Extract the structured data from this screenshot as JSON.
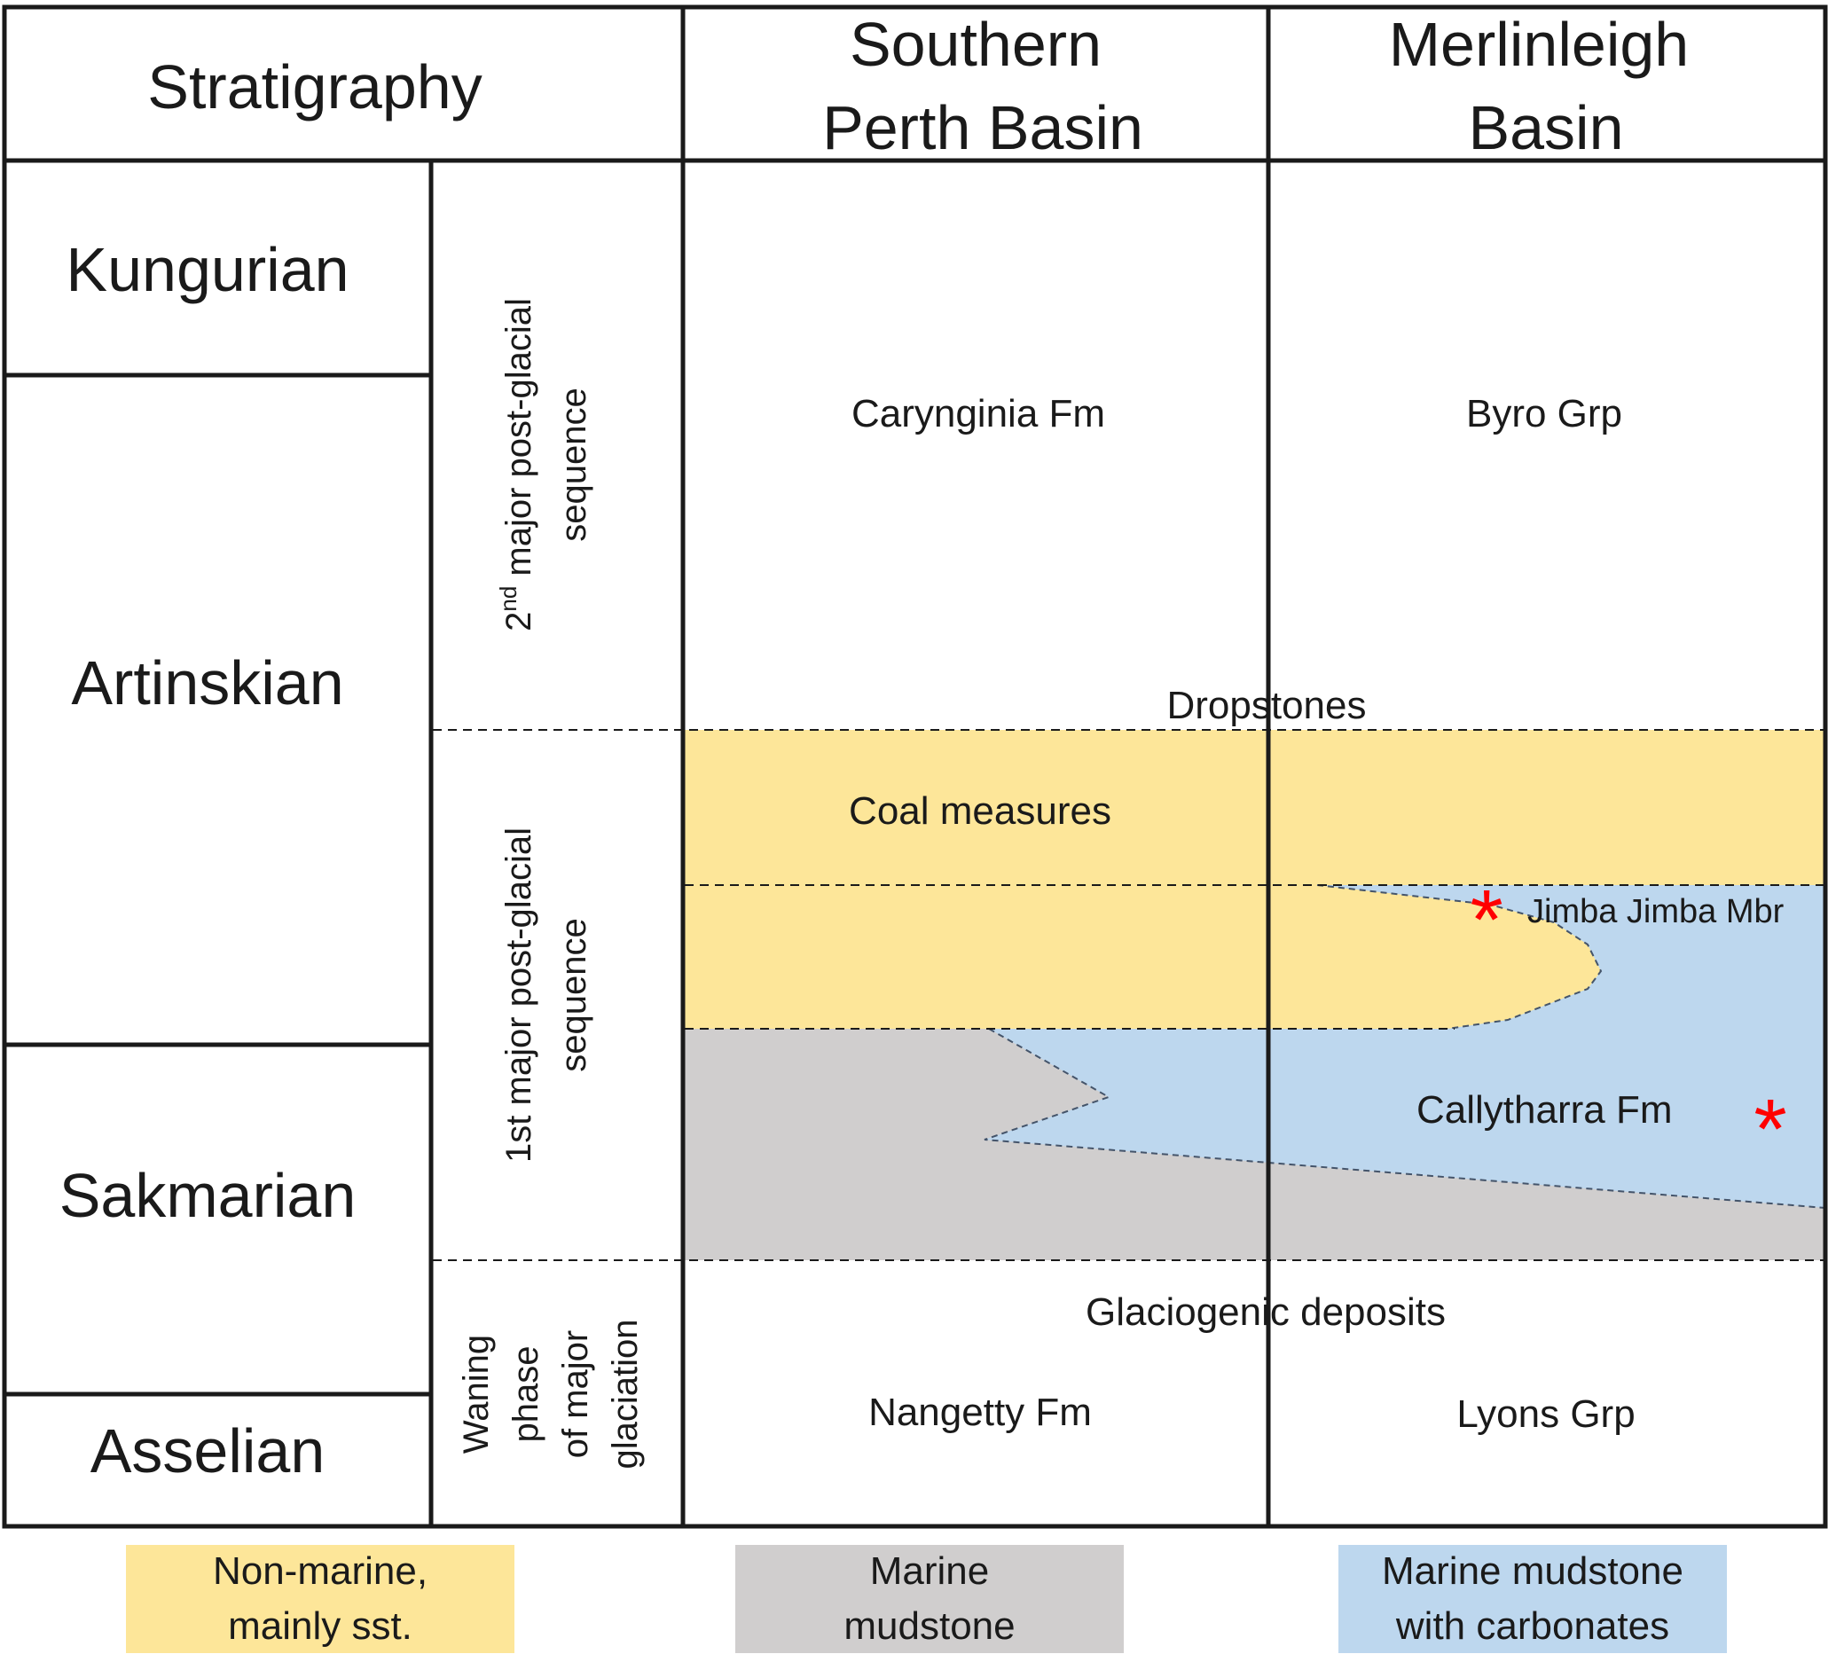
{
  "header": {
    "stratigraphy": "Stratigraphy",
    "southern_perth_line1": "Southern",
    "southern_perth_line2": "Perth Basin",
    "merlinleigh_line1": "Merlinleigh",
    "merlinleigh_line2": "Basin"
  },
  "stages": {
    "kungurian": "Kungurian",
    "artinskian": "Artinskian",
    "sakmarian": "Sakmarian",
    "asselian": "Asselian"
  },
  "sequences": {
    "second_line1_prefix": "2",
    "second_line1_sup": "nd",
    "second_line1_rest": " major post-glacial",
    "second_line2": "sequence",
    "first_line1": "1st major post-glacial",
    "first_line2": "sequence",
    "waning_line1": "Waning",
    "waning_line2": "phase",
    "waning_line3": "of major",
    "waning_line4": "glaciation"
  },
  "units": {
    "carynginia": "Carynginia Fm",
    "byro": "Byro Grp",
    "dropstones": "Dropstones",
    "coal_measures": "Coal measures",
    "jimba_jimba": "Jimba Jimba Mbr",
    "callytharra": "Callytharra Fm",
    "glaciogenic": "Glaciogenic deposits",
    "nangetty": "Nangetty Fm",
    "lyons": "Lyons Grp",
    "asterisk": "*"
  },
  "legend": {
    "nonmarine_line1": "Non-marine,",
    "nonmarine_line2": "mainly sst.",
    "marine_mud_line1": "Marine",
    "marine_mud_line2": "mudstone",
    "marine_carb_line1": "Marine mudstone",
    "marine_carb_line2": "with carbonates"
  },
  "colors": {
    "non_marine": "#fde699",
    "marine_mudstone": "#d0cece",
    "marine_carbonates": "#bdd7ee",
    "asterisk": "#ff0000",
    "lines": "#1a1a1a"
  }
}
